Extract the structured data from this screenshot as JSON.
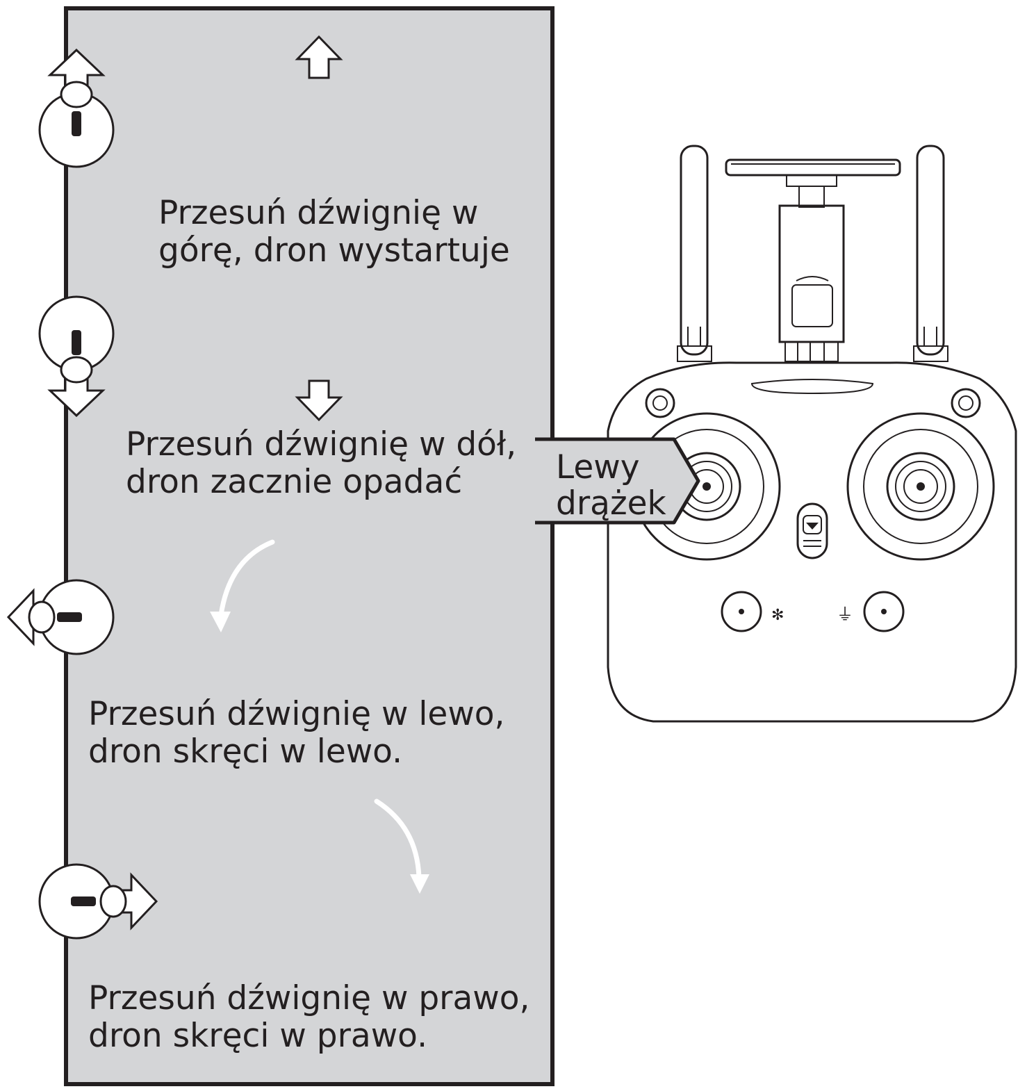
{
  "instructions": [
    {
      "id": "up",
      "direction": "up",
      "icons": [
        "stick-up-icon",
        "arrow-up-icon"
      ],
      "lines": [
        "Przesuń dźwignię w",
        "górę, dron wystartuje"
      ]
    },
    {
      "id": "down",
      "direction": "down",
      "icons": [
        "stick-down-icon",
        "arrow-down-icon"
      ],
      "lines": [
        "Przesuń dźwignię w dół,",
        "dron zacznie opadać"
      ]
    },
    {
      "id": "left",
      "direction": "left",
      "icons": [
        "stick-left-icon",
        "curved-arrow-left-icon"
      ],
      "lines": [
        "Przesuń dźwignię w lewo,",
        "dron skręci w lewo."
      ]
    },
    {
      "id": "right",
      "direction": "right",
      "icons": [
        "stick-right-icon",
        "curved-arrow-right-icon"
      ],
      "lines": [
        "Przesuń dźwignię w prawo,",
        "dron skręci w prawo."
      ]
    }
  ],
  "callout": {
    "lines": [
      "Lewy",
      "drążek"
    ]
  },
  "controller_icon": "remote-controller-icon",
  "colors": {
    "panel": "#d4d5d7",
    "ink": "#231f20",
    "background": "#ffffff"
  }
}
